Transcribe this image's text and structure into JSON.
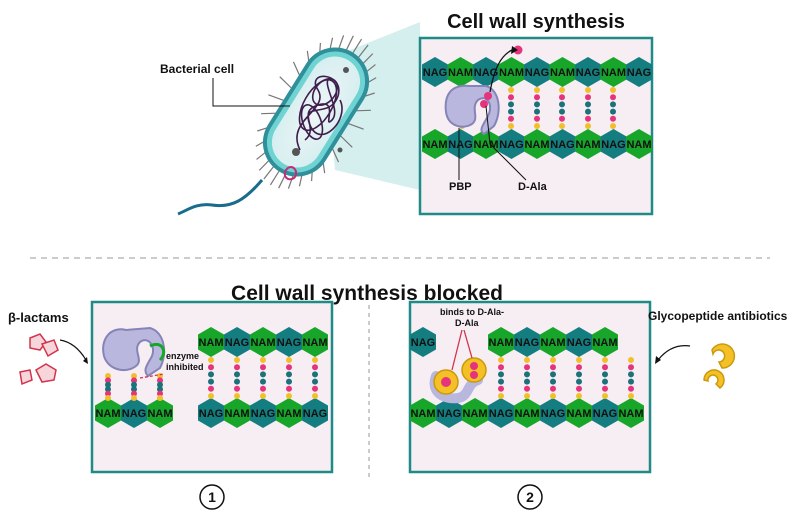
{
  "titles": {
    "top": "Cell wall synthesis",
    "bottom": "Cell wall synthesis blocked"
  },
  "labels": {
    "bacterial_cell": "Bacterial cell",
    "pbp": "PBP",
    "d_ala": "D-Ala",
    "beta_lactams": "β-lactams",
    "glycopeptide": "Glycopeptide antibiotics",
    "enzyme_inhibited_1": "enzyme",
    "enzyme_inhibited_2": "inhibited",
    "binds_1": "binds to D-Ala-",
    "binds_2": "D-Ala",
    "step1": "1",
    "step2": "2"
  },
  "sugar_units": {
    "nag": "NAG",
    "nam": "NAM"
  },
  "panels": {
    "top_row_upper": [
      "NAG",
      "NAM",
      "NAG",
      "NAM",
      "NAG",
      "NAM",
      "NAG",
      "NAM",
      "NAG"
    ],
    "top_row_lower": [
      "NAM",
      "NAG",
      "NAM",
      "NAG",
      "NAM",
      "NAG",
      "NAM",
      "NAG",
      "NAM"
    ],
    "p1_left_lower": [
      "NAM",
      "NAG",
      "NAM"
    ],
    "p1_right_upper": [
      "NAM",
      "NAG",
      "NAM",
      "NAG",
      "NAM"
    ],
    "p1_right_lower": [
      "NAG",
      "NAM",
      "NAG",
      "NAM",
      "NAG"
    ],
    "p2_upper": [
      "NAG",
      "",
      "",
      "NAM",
      "NAG",
      "NAM",
      "NAG",
      "NAM"
    ],
    "p2_lower": [
      "NAM",
      "NAG",
      "NAM",
      "NAG",
      "NAM",
      "NAG",
      "NAM",
      "NAG",
      "NAM"
    ]
  },
  "colors": {
    "hex_green": "#18a62a",
    "hex_teal": "#137d80",
    "panel_border": "#1f8a86",
    "panel_fill": "#f7eef4",
    "pink": "#e5347c",
    "teal_dot": "#1c7279",
    "yellow": "#f2bf2a",
    "cell_outline": "#36b9b8",
    "cell_dark": "#2f3a56",
    "pbp_fill": "#b9b7de",
    "beta_fill": "#f6d6da",
    "beta_stroke": "#d2334d",
    "glyco_fill": "#f4c026"
  }
}
